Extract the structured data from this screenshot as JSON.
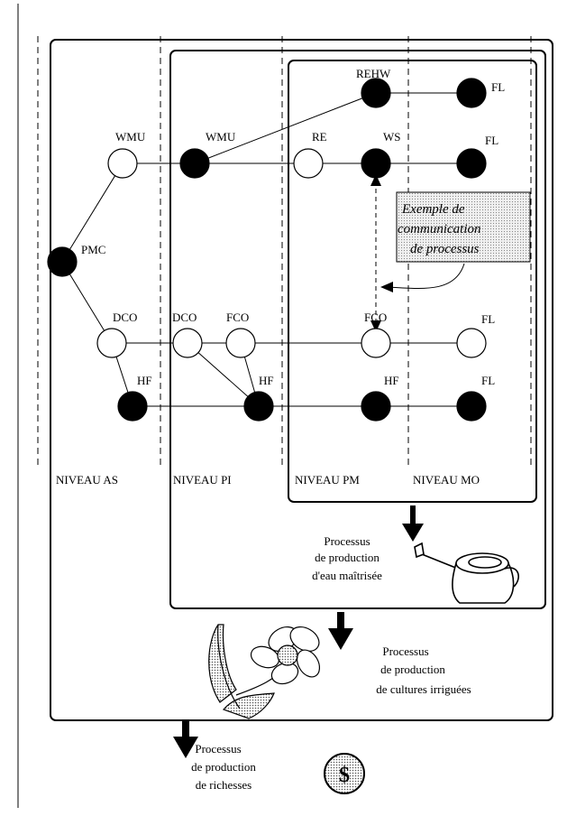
{
  "nodes": {
    "wmu_as": "WMU",
    "pmc": "PMC",
    "dco_as": "DCO",
    "hf_as": "HF",
    "wmu_pi": "WMU",
    "dco_pi": "DCO",
    "fco_pi": "FCO",
    "hf_pi": "HF",
    "rehw": "REHW",
    "re": "RE",
    "ws": "WS",
    "fco_pm": "FCO",
    "hf_pm": "HF",
    "fl_1": "FL",
    "fl_2": "FL",
    "fl_3": "FL",
    "fl_4": "FL"
  },
  "levels": {
    "as": "NIVEAU  AS",
    "pi": "NIVEAU  PI",
    "pm": "NIVEAU  PM",
    "mo": "NIVEAU  MO"
  },
  "callout": {
    "line1": "Exemple de",
    "line2": "communication",
    "line3": "de processus"
  },
  "processes": {
    "water": {
      "l1": "Processus",
      "l2": "de production",
      "l3": "d'eau maîtrisée"
    },
    "crops": {
      "l1": "Processus",
      "l2": "de production",
      "l3": "de cultures irriguées"
    },
    "wealth": {
      "l1": "Processus",
      "l2": "de production",
      "l3": "de richesses"
    }
  },
  "coin_symbol": "$",
  "icons": [
    "watering-can-icon",
    "flower-icon",
    "coin-icon",
    "down-arrow-icon"
  ]
}
